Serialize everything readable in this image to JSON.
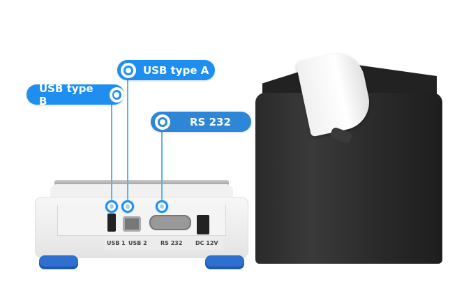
{
  "callouts": {
    "usb_type_b": "USB type B",
    "usb_type_a": "USB type A",
    "rs232": "RS 232"
  },
  "ports": {
    "usb1": "USB 1",
    "usb2": "USB 2",
    "rs232": "RS 232",
    "dc": "DC 12V"
  },
  "colors": {
    "callout": "#1e8ff0",
    "callout_rs232": "#2d86d6",
    "printer": "#2c2c2c",
    "feet": "#2f6fd0"
  }
}
